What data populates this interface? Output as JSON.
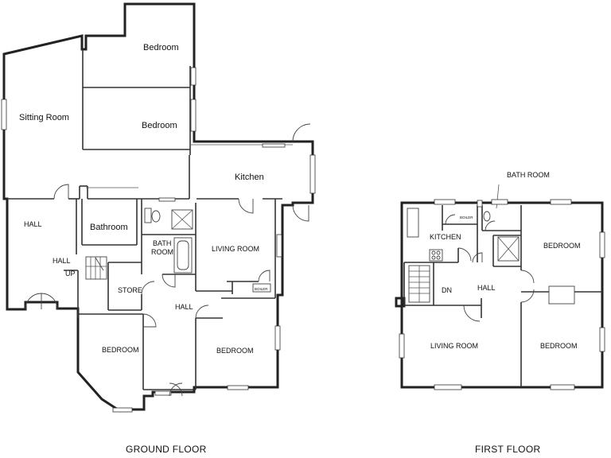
{
  "ground_floor": {
    "caption": "GROUND FLOOR",
    "rooms": {
      "bedroom_top": "Bedroom",
      "bedroom_mid": "Bedroom",
      "sitting_room": "Sitting Room",
      "kitchen": "Kitchen",
      "hall_left": "HALL",
      "bathroom": "Bathroom",
      "bath_room_1": "BATH",
      "bath_room_2": "ROOM",
      "living_room": "LIVING ROOM",
      "hall_small": "HALL",
      "up": "UP",
      "store": "STORE",
      "hall_centre": "HALL",
      "bedroom_bl": "BEDROOM",
      "bedroom_br": "BEDROOM",
      "boiler": "BOILER"
    }
  },
  "first_floor": {
    "caption": "FIRST FLOOR",
    "rooms": {
      "bath_room": "BATH ROOM",
      "boiler": "BOILER",
      "kitchen": "KITCHEN",
      "bedroom_tr": "BEDROOM",
      "hall": "HALL",
      "dn": "DN",
      "living_room": "LIVING ROOM",
      "bedroom_br": "BEDROOM"
    }
  }
}
